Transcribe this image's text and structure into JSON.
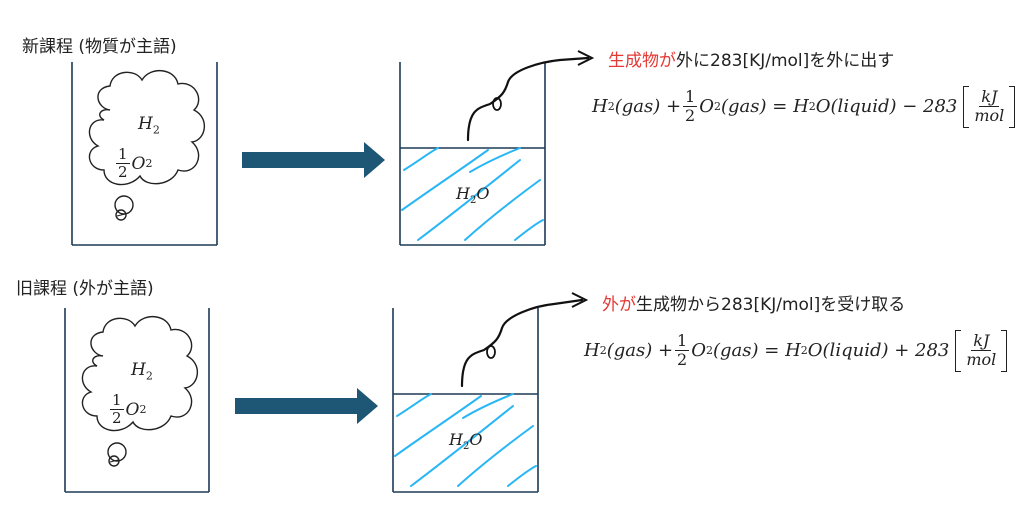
{
  "sections": [
    {
      "caption": "新課程 (物質が主語)",
      "cloud": {
        "h2": "H",
        "h2_sub": "2",
        "frac_num": "1",
        "frac_den": "2",
        "o2": "O",
        "o2_sub": "2"
      },
      "water": {
        "label": "H",
        "sub": "2",
        "tail": "O"
      },
      "statement": {
        "red": "生成物が",
        "rest": "外に283[KJ/mol]を外に出す"
      },
      "equation": {
        "lhs1": "H",
        "lhs1_sub": "2",
        "lhs1_state": "(gas) +",
        "half_num": "1",
        "half_den": "2",
        "lhs2": "O",
        "lhs2_sub": "2",
        "lhs2_state": "(gas) =",
        "rhs": "H",
        "rhs_sub": "2",
        "rhs_tail": "O(liquid) − 283",
        "unit_num": "kJ",
        "unit_den": "mol"
      }
    },
    {
      "caption": "旧課程 (外が主語)",
      "cloud": {
        "h2": "H",
        "h2_sub": "2",
        "frac_num": "1",
        "frac_den": "2",
        "o2": "O",
        "o2_sub": "2"
      },
      "water": {
        "label": "H",
        "sub": "2",
        "tail": "O"
      },
      "statement": {
        "red": "外が",
        "rest": "生成物から283[KJ/mol]を受け取る"
      },
      "equation": {
        "lhs1": "H",
        "lhs1_sub": "2",
        "lhs1_state": "(gas) +",
        "half_num": "1",
        "half_den": "2",
        "lhs2": "O",
        "lhs2_sub": "2",
        "lhs2_state": "(gas) =",
        "rhs": "H",
        "rhs_sub": "2",
        "rhs_tail": "O(liquid) + 283",
        "unit_num": "kJ",
        "unit_den": "mol"
      }
    }
  ],
  "colors": {
    "arrow": "#1e5675",
    "hatch": "#29b6f6",
    "highlight": "#e53935"
  }
}
